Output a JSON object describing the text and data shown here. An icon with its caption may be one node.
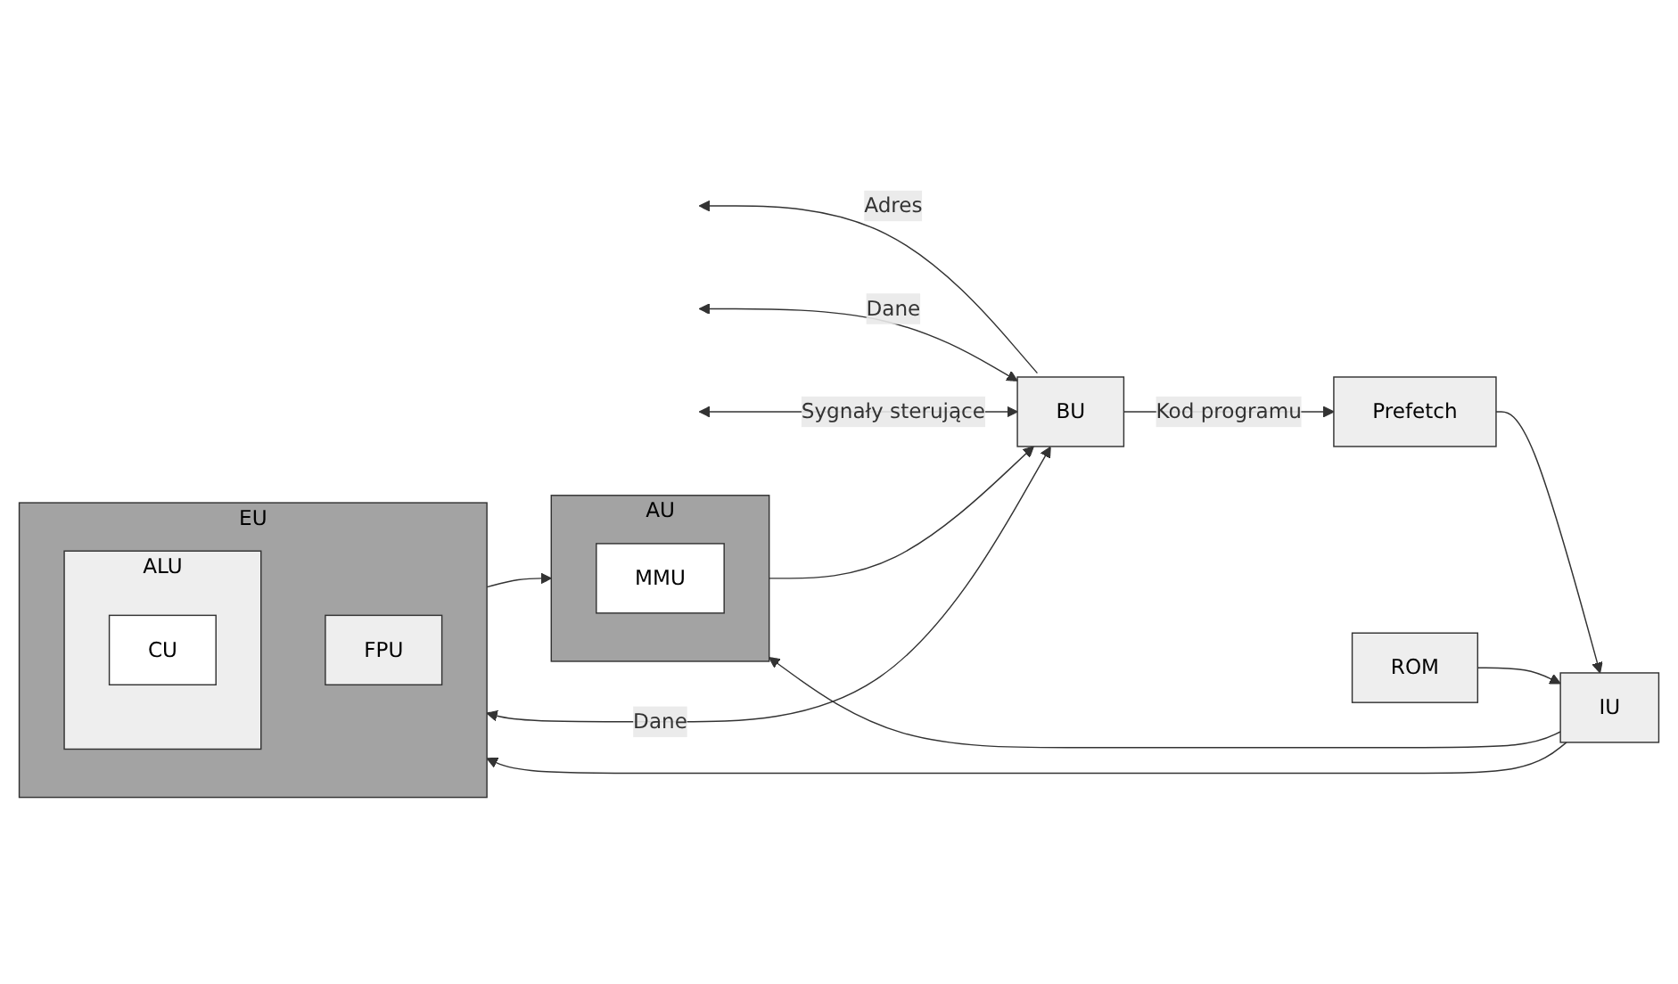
{
  "diagram": {
    "nodes": [
      {
        "text": [
          "BU"
        ]
      },
      {
        "text": [
          "Prefetch"
        ]
      },
      {
        "text": [
          "AU"
        ]
      },
      {
        "text": [
          "MMU"
        ],
        "in": 2
      },
      {
        "text": [
          "IU"
        ]
      },
      {
        "text": [
          "ROM"
        ]
      },
      {
        "text": [
          "EU"
        ]
      },
      {
        "text": [
          "ALU"
        ],
        "in": 6
      },
      {
        "text": [
          "CU"
        ],
        "in": 7
      },
      {
        "text": [
          "FPU"
        ],
        "in": 6
      }
    ],
    "edges": [
      {
        "from": 0,
        "to": null,
        "arrow": "to",
        "label": "Adres"
      },
      {
        "from": null,
        "to": 0,
        "arrow": "both",
        "label": "Dane"
      },
      {
        "from": null,
        "to": 0,
        "arrow": "both",
        "label": "Sygnały sterujące"
      },
      {
        "from": 0,
        "to": 1,
        "arrow": "to",
        "label": "Kod programu"
      },
      {
        "from": 1,
        "to": 4,
        "arrow": "to"
      },
      {
        "from": 4,
        "to": 2,
        "arrow": "to"
      },
      {
        "from": 2,
        "to": 0,
        "arrow": "to"
      },
      {
        "from": 5,
        "to": 4,
        "arrow": "to"
      },
      {
        "from": 4,
        "to": 6,
        "arrow": "to"
      },
      {
        "from": 6,
        "to": 2,
        "arrow": "to"
      },
      {
        "from": 0,
        "to": 6,
        "arrow": "both",
        "label": "Dane"
      }
    ]
  }
}
